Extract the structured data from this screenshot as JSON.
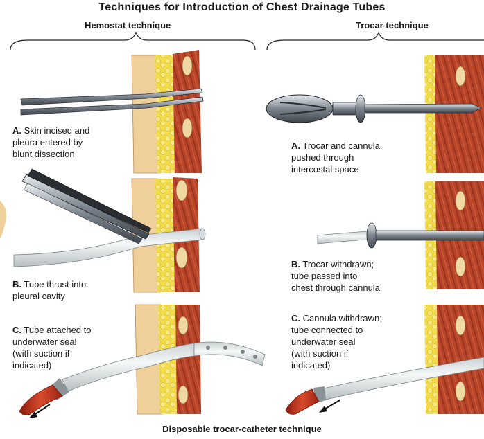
{
  "title": "Techniques for Introduction of Chest Drainage Tubes",
  "footer": "Disposable trocar-catheter technique",
  "hemostat": {
    "heading": "Hemostat technique",
    "steps": [
      {
        "letter": "A.",
        "lines": [
          "Skin incised and",
          "pleura entered by",
          "blunt dissection"
        ]
      },
      {
        "letter": "B.",
        "lines": [
          "Tube thrust into",
          "pleural cavity"
        ]
      },
      {
        "letter": "C.",
        "lines": [
          "Tube attached to",
          "underwater seal",
          "(with suction if",
          "indicated)"
        ]
      }
    ]
  },
  "trocar": {
    "heading": "Trocar technique",
    "steps": [
      {
        "letter": "A.",
        "lines": [
          "Trocar and cannula",
          "pushed through",
          "intercostal space"
        ]
      },
      {
        "letter": "B.",
        "lines": [
          "Trocar withdrawn;",
          "tube passed into",
          "chest through cannula"
        ]
      },
      {
        "letter": "C.",
        "lines": [
          "Cannula withdrawn;",
          "tube connected to",
          "underwater seal",
          "(with suction if",
          "indicated)"
        ]
      }
    ]
  },
  "colors": {
    "skin": "#efcf9a",
    "fat": "#f2dc4a",
    "muscle": "#b8442a",
    "metal": "#9aa3ad",
    "tube": "#e6ebec",
    "valve": "#c0301c"
  }
}
